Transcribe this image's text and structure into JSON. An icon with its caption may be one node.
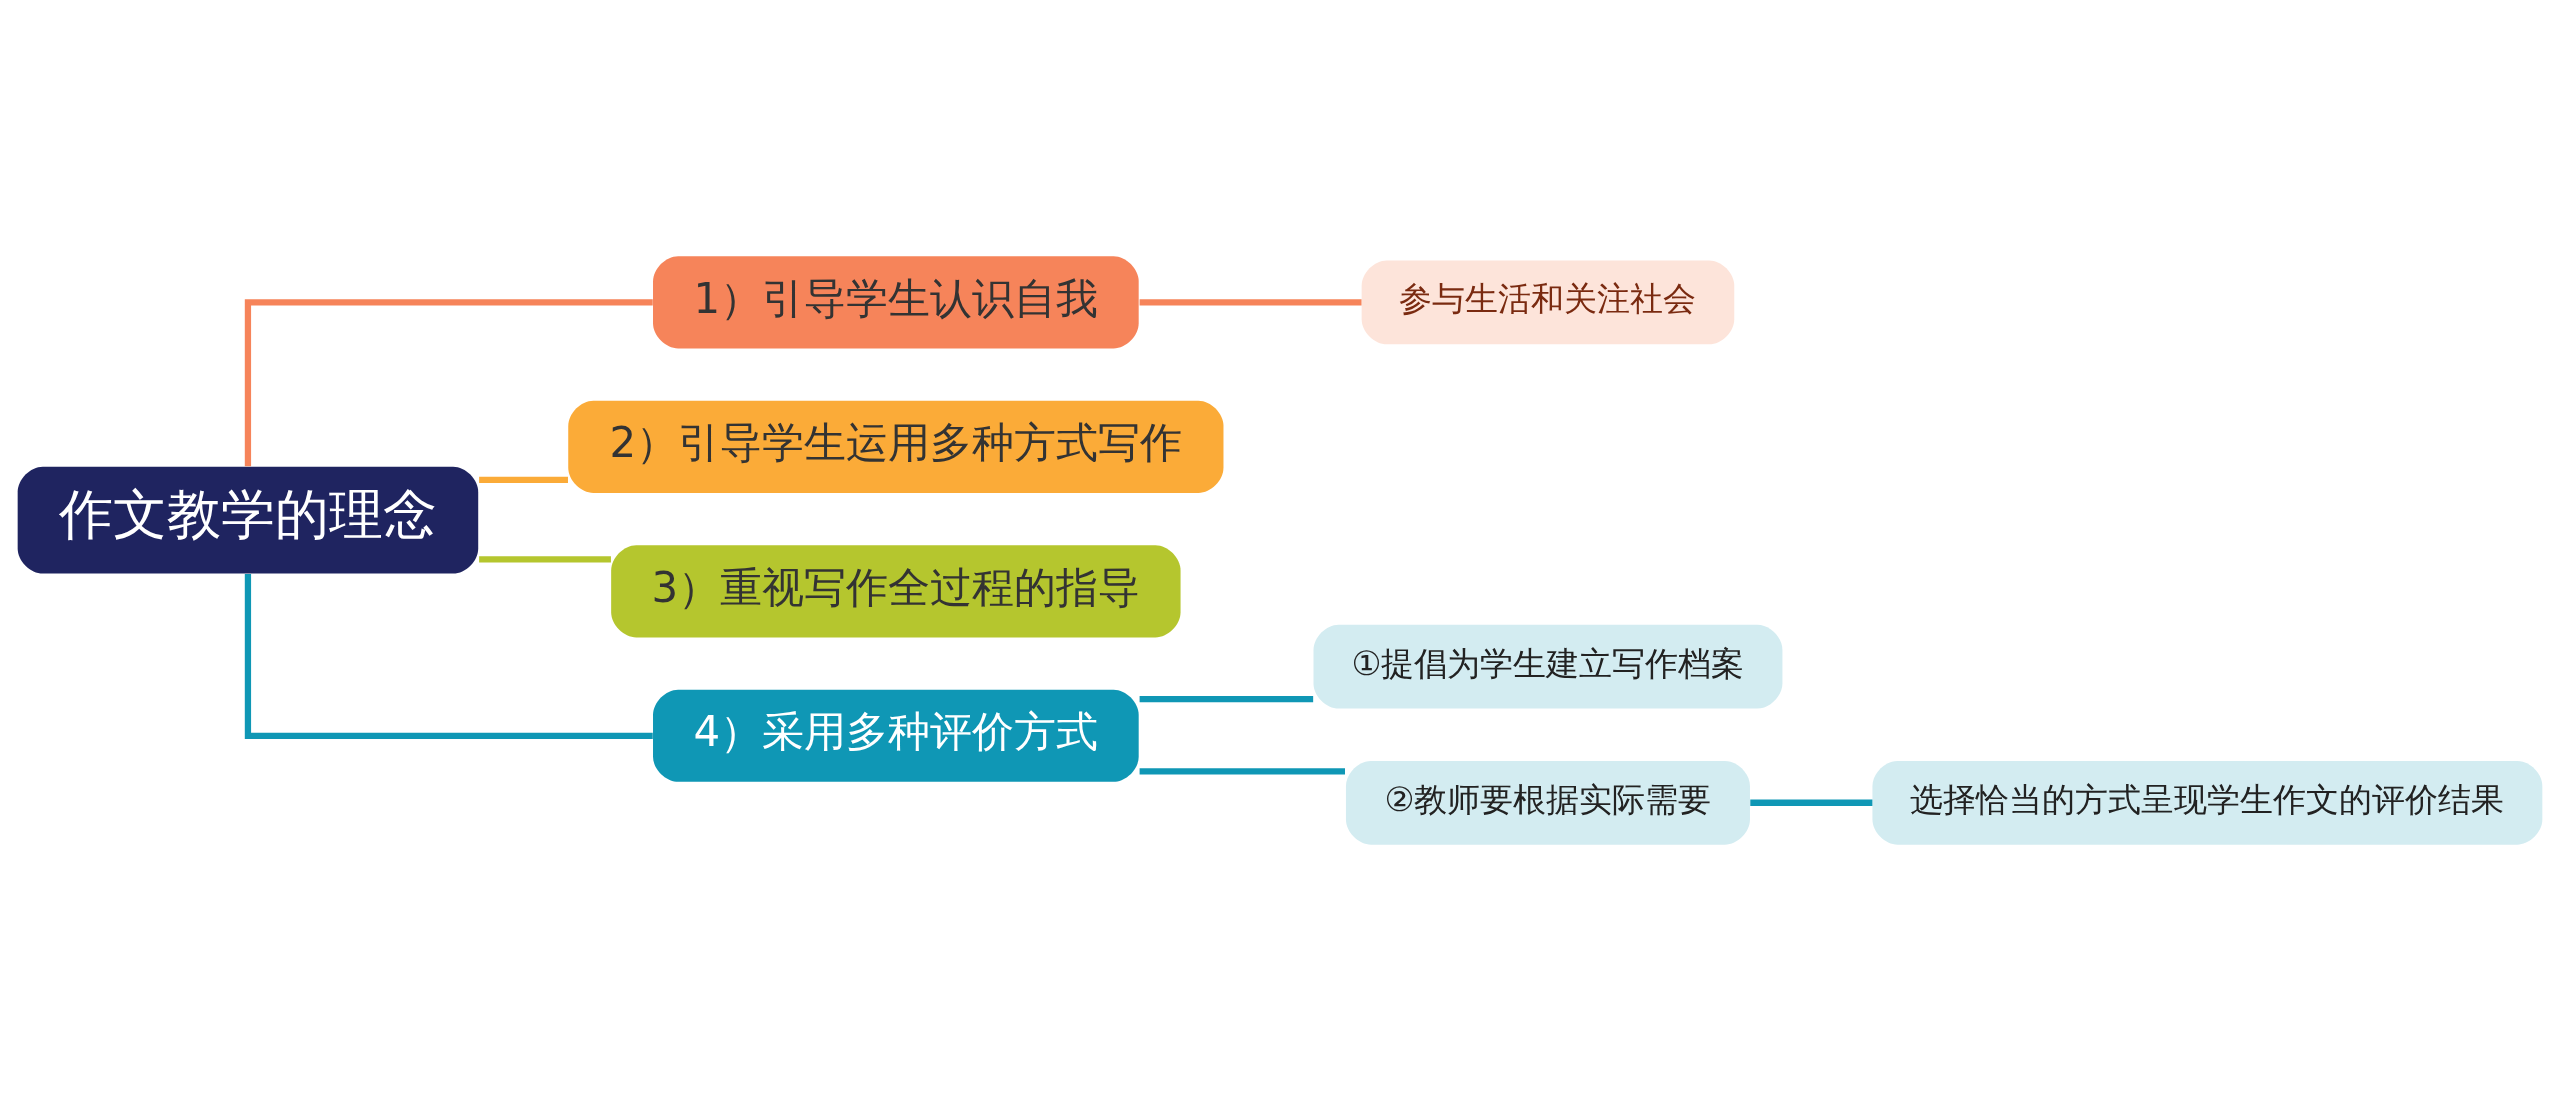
{
  "diagram": {
    "nodes": [
      {
        "text": [
          "作文教学的理念"
        ]
      },
      {
        "text": [
          "1）引导学生认识自我"
        ]
      },
      {
        "text": [
          "参与生活和关注社会"
        ]
      },
      {
        "text": [
          "2）引导学生运用多种方式写作"
        ]
      },
      {
        "text": [
          "3）重视写作全过程的指导"
        ]
      },
      {
        "text": [
          "4）采用多种评价方式"
        ]
      },
      {
        "text": [
          "①提倡为学生建立写作档案"
        ]
      },
      {
        "text": [
          "②教师要根据实际需要"
        ]
      },
      {
        "text": [
          "选择恰当的方式呈现学生作文的评价结果"
        ]
      }
    ],
    "edges": [
      {
        "from": 0,
        "to": 1,
        "arrow": "none",
        "color": "#f6845a"
      },
      {
        "from": 1,
        "to": 2,
        "arrow": "none",
        "color": "#f6845a"
      },
      {
        "from": 0,
        "to": 3,
        "arrow": "none",
        "color": "#fbab38"
      },
      {
        "from": 0,
        "to": 4,
        "arrow": "none",
        "color": "#b5c62e"
      },
      {
        "from": 0,
        "to": 5,
        "arrow": "none"
      },
      {
        "from": 5,
        "to": 6,
        "arrow": "none"
      },
      {
        "from": 5,
        "to": 7,
        "arrow": "none"
      },
      {
        "from": 7,
        "to": 8,
        "arrow": "none"
      }
    ]
  }
}
